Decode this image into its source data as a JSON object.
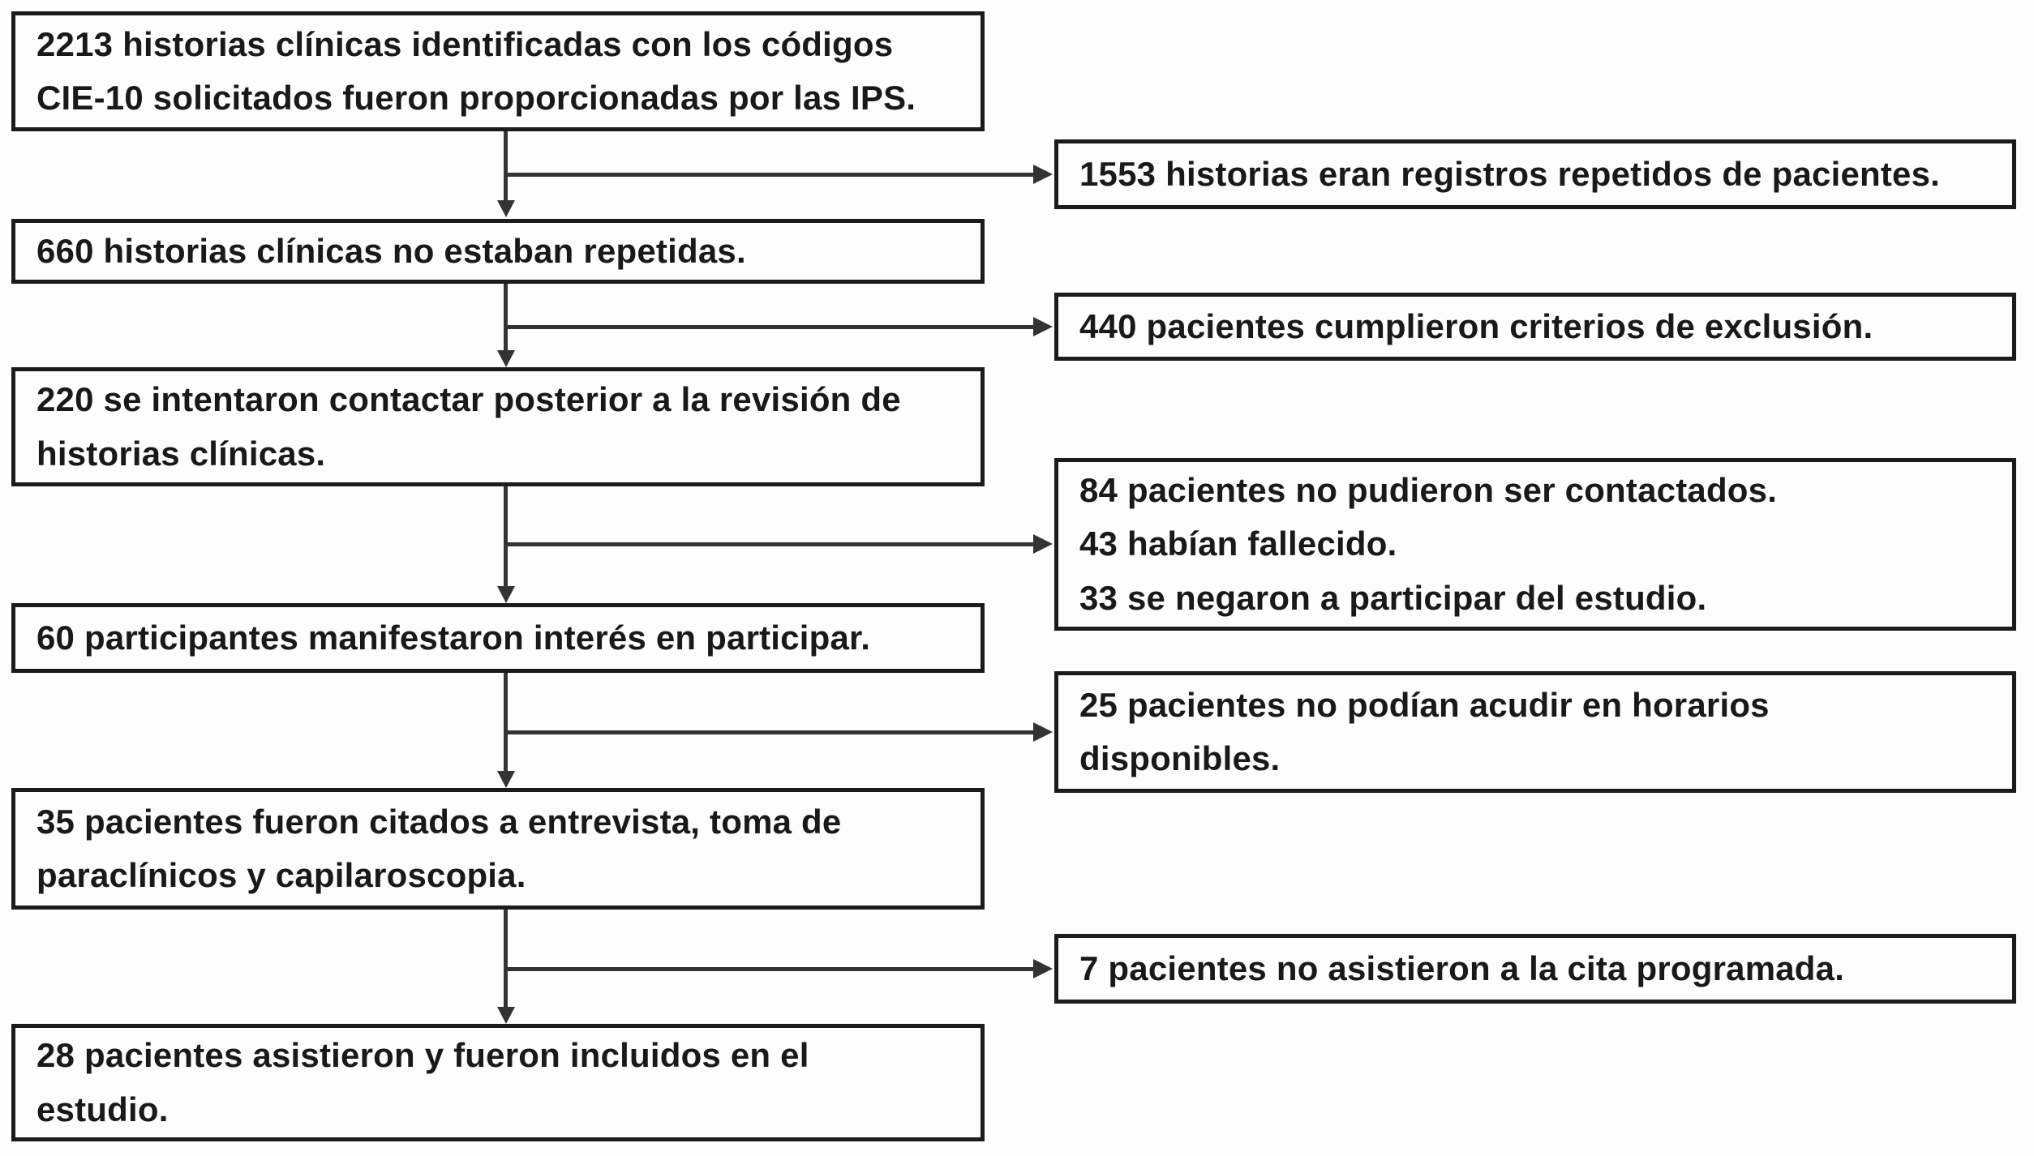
{
  "diagram": {
    "steps": [
      {
        "text": "2213 historias clínicas identificadas con los códigos\nCIE-10 solicitados fueron proporcionadas por las IPS."
      },
      {
        "text": "660 historias clínicas no estaban repetidas."
      },
      {
        "text": "220 se intentaron contactar posterior a la revisión de\nhistorias clínicas."
      },
      {
        "text": "60 participantes manifestaron interés en participar."
      },
      {
        "text": "35 pacientes fueron citados a entrevista, toma de\nparaclínicos y capilaroscopia."
      },
      {
        "text": "28 pacientes asistieron y fueron incluidos en el\nestudio."
      }
    ],
    "exclusions": [
      {
        "text": "1553 historias eran registros repetidos de pacientes."
      },
      {
        "text": "440 pacientes cumplieron criterios de exclusión."
      },
      {
        "text": "84 pacientes no pudieron ser contactados.\n43 habían fallecido.\n33 se negaron a participar del estudio."
      },
      {
        "text": "25 pacientes no podían acudir en horarios\ndisponibles."
      },
      {
        "text": "7 pacientes no asistieron a la cita programada."
      }
    ],
    "colors": {
      "box_border": "#1b1b1b",
      "connector": "#333333",
      "text": "#191919",
      "box_bg": "#fdfdfd",
      "page_bg": "#fefefe"
    }
  }
}
